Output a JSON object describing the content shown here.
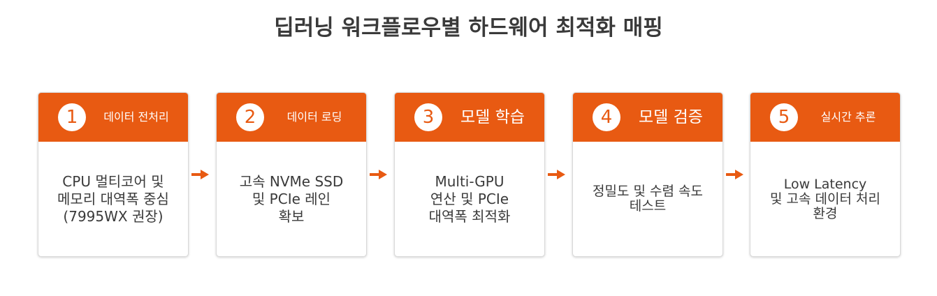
{
  "title": "딥러닝 워크플로우별 하드웨어 최적화 매핑",
  "colors": {
    "accent": "#e85a12",
    "header_text": "#ffffff",
    "body_text": "#3a3a3a",
    "card_border": "#d9d9d9"
  },
  "steps": [
    {
      "number": "1",
      "label": "데이터 전처리",
      "lines": [
        "CPU 멀티코어 및",
        "메모리 대역폭 중심",
        "(7995WX 권장)"
      ]
    },
    {
      "number": "2",
      "label": "데이터 로딩",
      "lines": [
        "고속 NVMe SSD",
        "및 PCIe 레인",
        "확보"
      ]
    },
    {
      "number": "3",
      "label": "모델 학습",
      "lines": [
        "Multi-GPU",
        "연산 및 PCIe",
        "대역폭 최적화"
      ]
    },
    {
      "number": "4",
      "label": "모델 검증",
      "lines": [
        "정밀도 및 수렴 속도",
        "테스트"
      ]
    },
    {
      "number": "5",
      "label": "실시간 추론",
      "lines": [
        "Low Latency",
        "및 고속 데이터 처리",
        "환경"
      ]
    }
  ],
  "connector_icon": "right-arrow-icon"
}
